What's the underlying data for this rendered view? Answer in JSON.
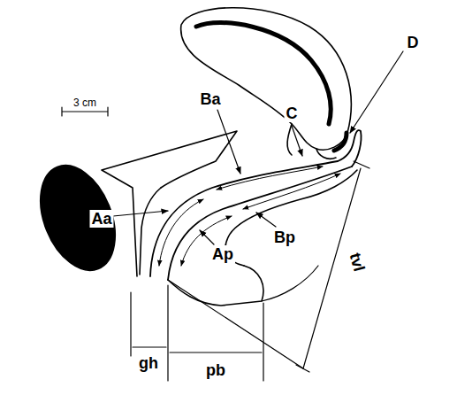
{
  "diagram": {
    "labels": [
      "3 cm",
      "Ba",
      "C",
      "D",
      "Aa",
      "Ap",
      "Bp",
      "gh",
      "pb",
      "tvl"
    ]
  }
}
